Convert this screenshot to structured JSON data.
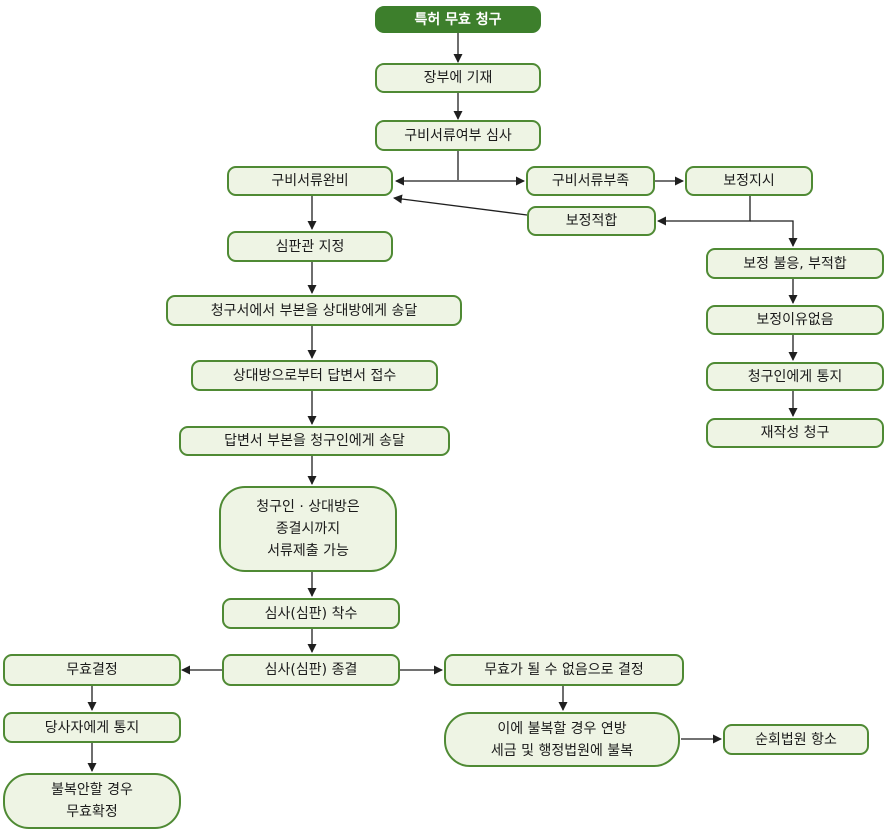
{
  "nodes": {
    "start": "특허 무효 청구",
    "register": "장부에 기재",
    "docs_check": "구비서류여부 심사",
    "docs_complete": "구비서류완비",
    "docs_missing": "구비서류부족",
    "correction_order": "보정지시",
    "correction_ok": "보정적합",
    "correction_fail": "보정 불응, 부적합",
    "correction_reason_none": "보정이유없음",
    "notify_claimant": "청구인에게 통지",
    "refile": "재작성 청구",
    "judge_assign": "심판관 지정",
    "send_copy": "청구서에서 부본을 상대방에게 송달",
    "receive_answer": "상대방으로부터 답변서 접수",
    "send_answer": "답변서 부본을 청구인에게 송달",
    "submit_docs": "청구인 · 상대방은\n종결시까지\n서류제출 가능",
    "trial_start": "심사(심판) 착수",
    "trial_end": "심사(심판) 종결",
    "invalid_decision": "무효결정",
    "notify_parties": "당사자에게 통지",
    "final_invalid": "불복안할 경우\n무효확정",
    "not_invalid": "무효가 될 수 없음으로 결정",
    "appeal": "이에 불복할 경우 연방\n세금 및 행정법원에 불복",
    "appeal_court": "순회법원 항소"
  }
}
